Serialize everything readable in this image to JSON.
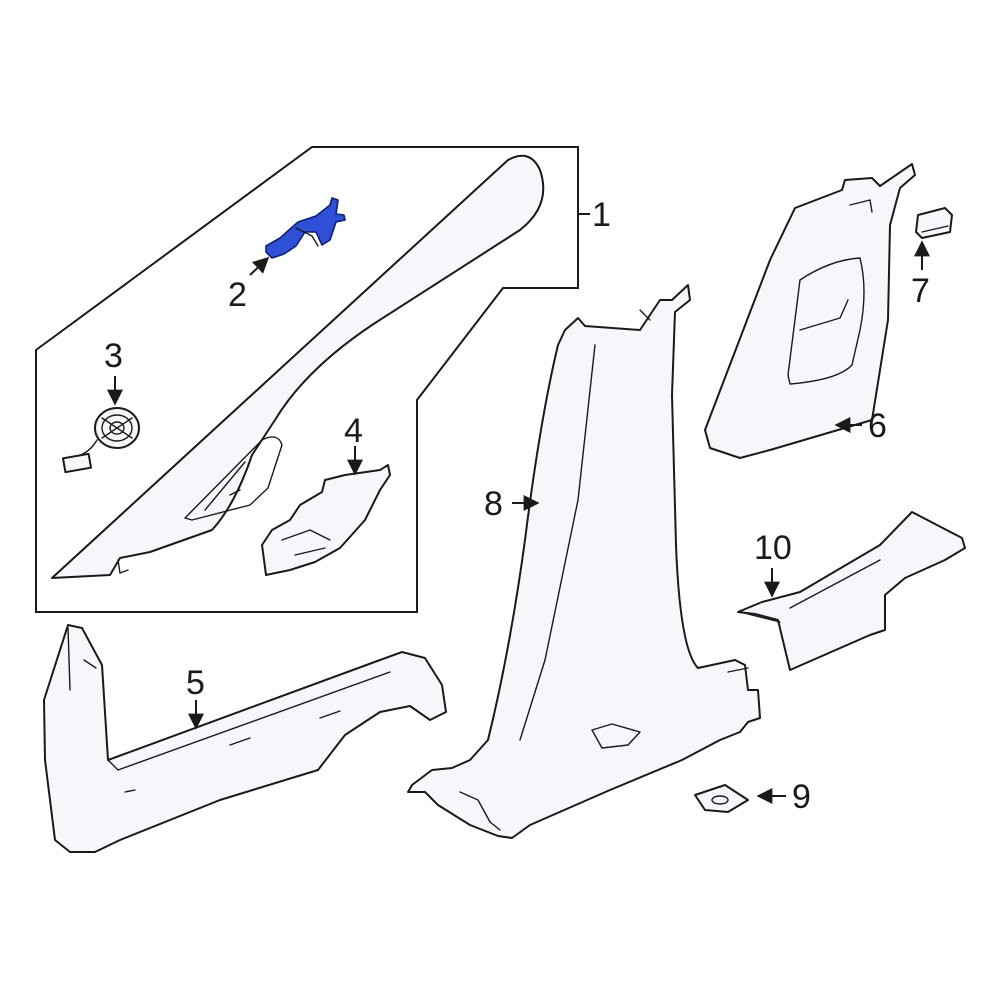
{
  "callouts": {
    "c1": "1",
    "c2": "2",
    "c3": "3",
    "c4": "4",
    "c5": "5",
    "c6": "6",
    "c7": "7",
    "c8": "8",
    "c9": "9",
    "c10": "10"
  },
  "colors": {
    "highlight_part": "#2f4fd6",
    "line": "#1a1a1a",
    "part_fill": "#f6f7fb"
  }
}
